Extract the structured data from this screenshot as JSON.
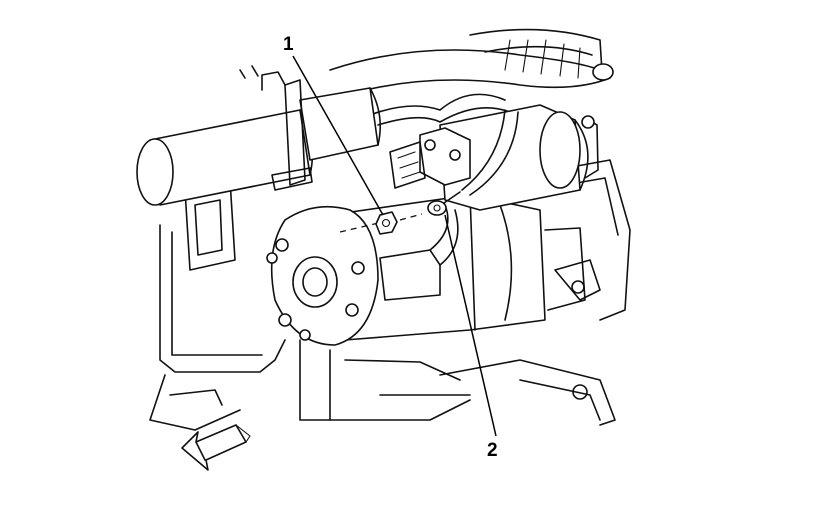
{
  "callouts": [
    {
      "label": "1",
      "target": "starter-mounting-nut"
    },
    {
      "label": "2",
      "target": "starter-battery-cable-terminal"
    }
  ],
  "icons": {
    "direction_arrow": "forward-arrow-icon"
  },
  "colors": {
    "line": "#111111",
    "background": "#ffffff"
  }
}
